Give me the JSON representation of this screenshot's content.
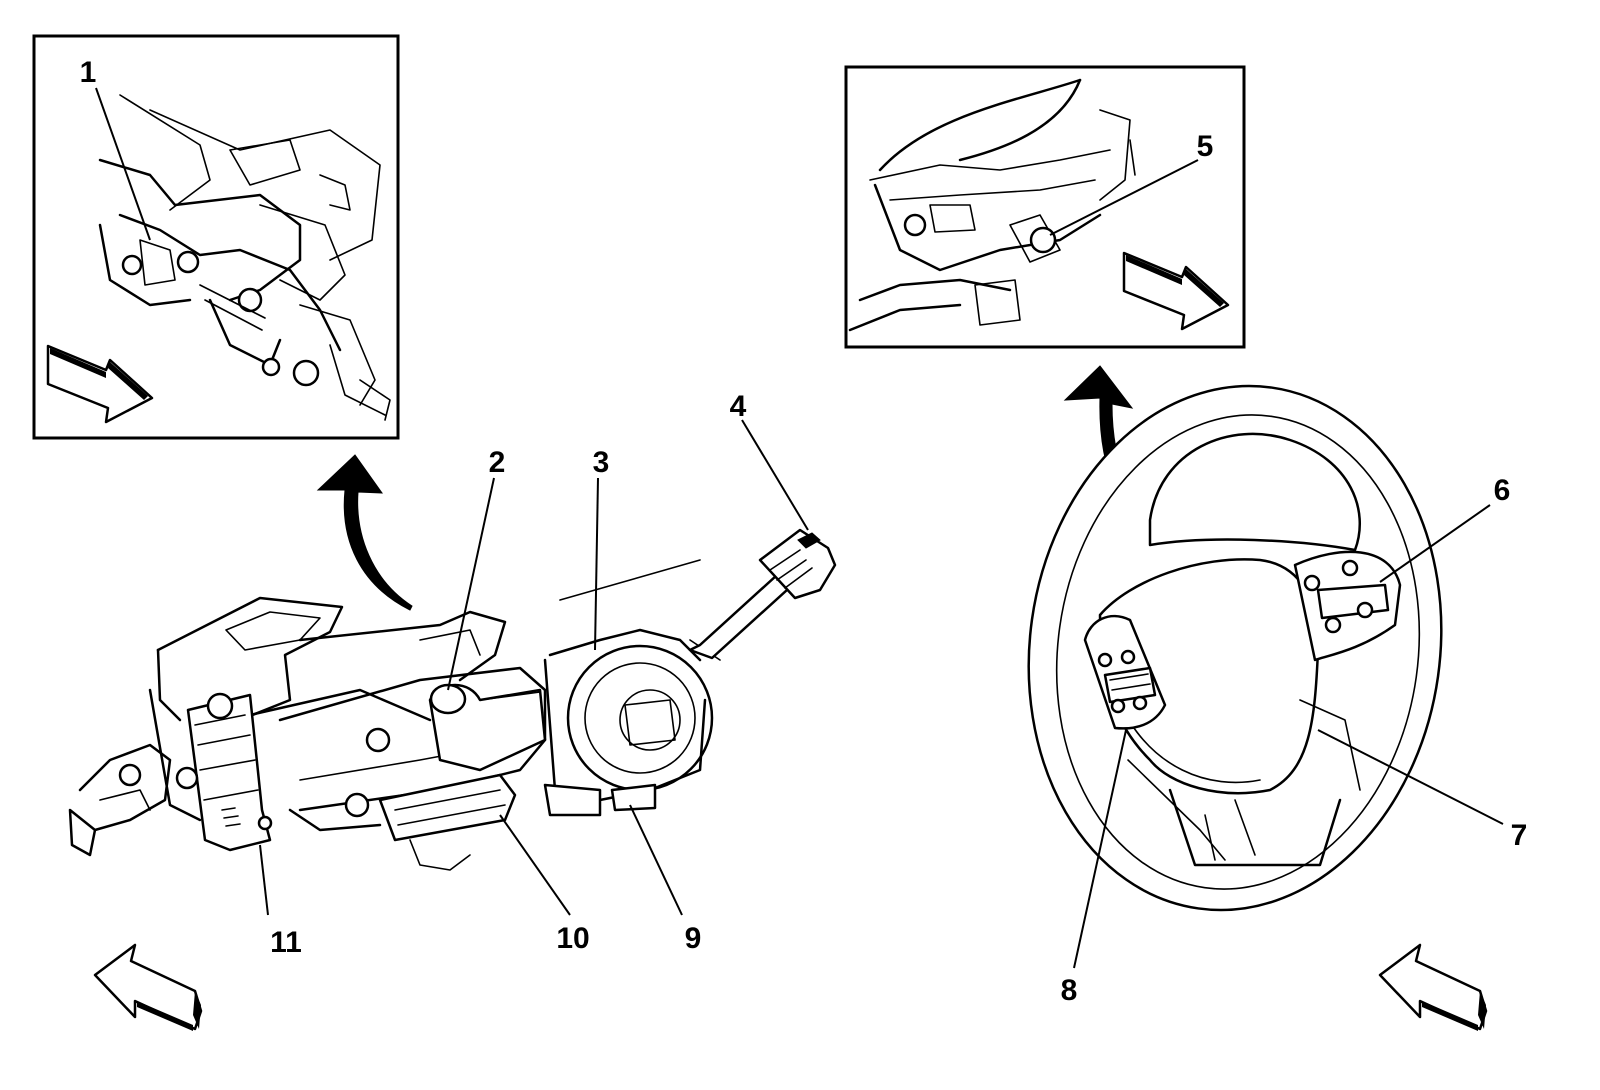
{
  "callouts": {
    "c1": "1",
    "c2": "2",
    "c3": "3",
    "c4": "4",
    "c5": "5",
    "c6": "6",
    "c7": "7",
    "c8": "8",
    "c9": "9",
    "c10": "10",
    "c11": "11"
  },
  "icons": {
    "view_arrow": "view-direction-arrow-icon",
    "rotate_arrow": "curved-arrow-icon"
  }
}
